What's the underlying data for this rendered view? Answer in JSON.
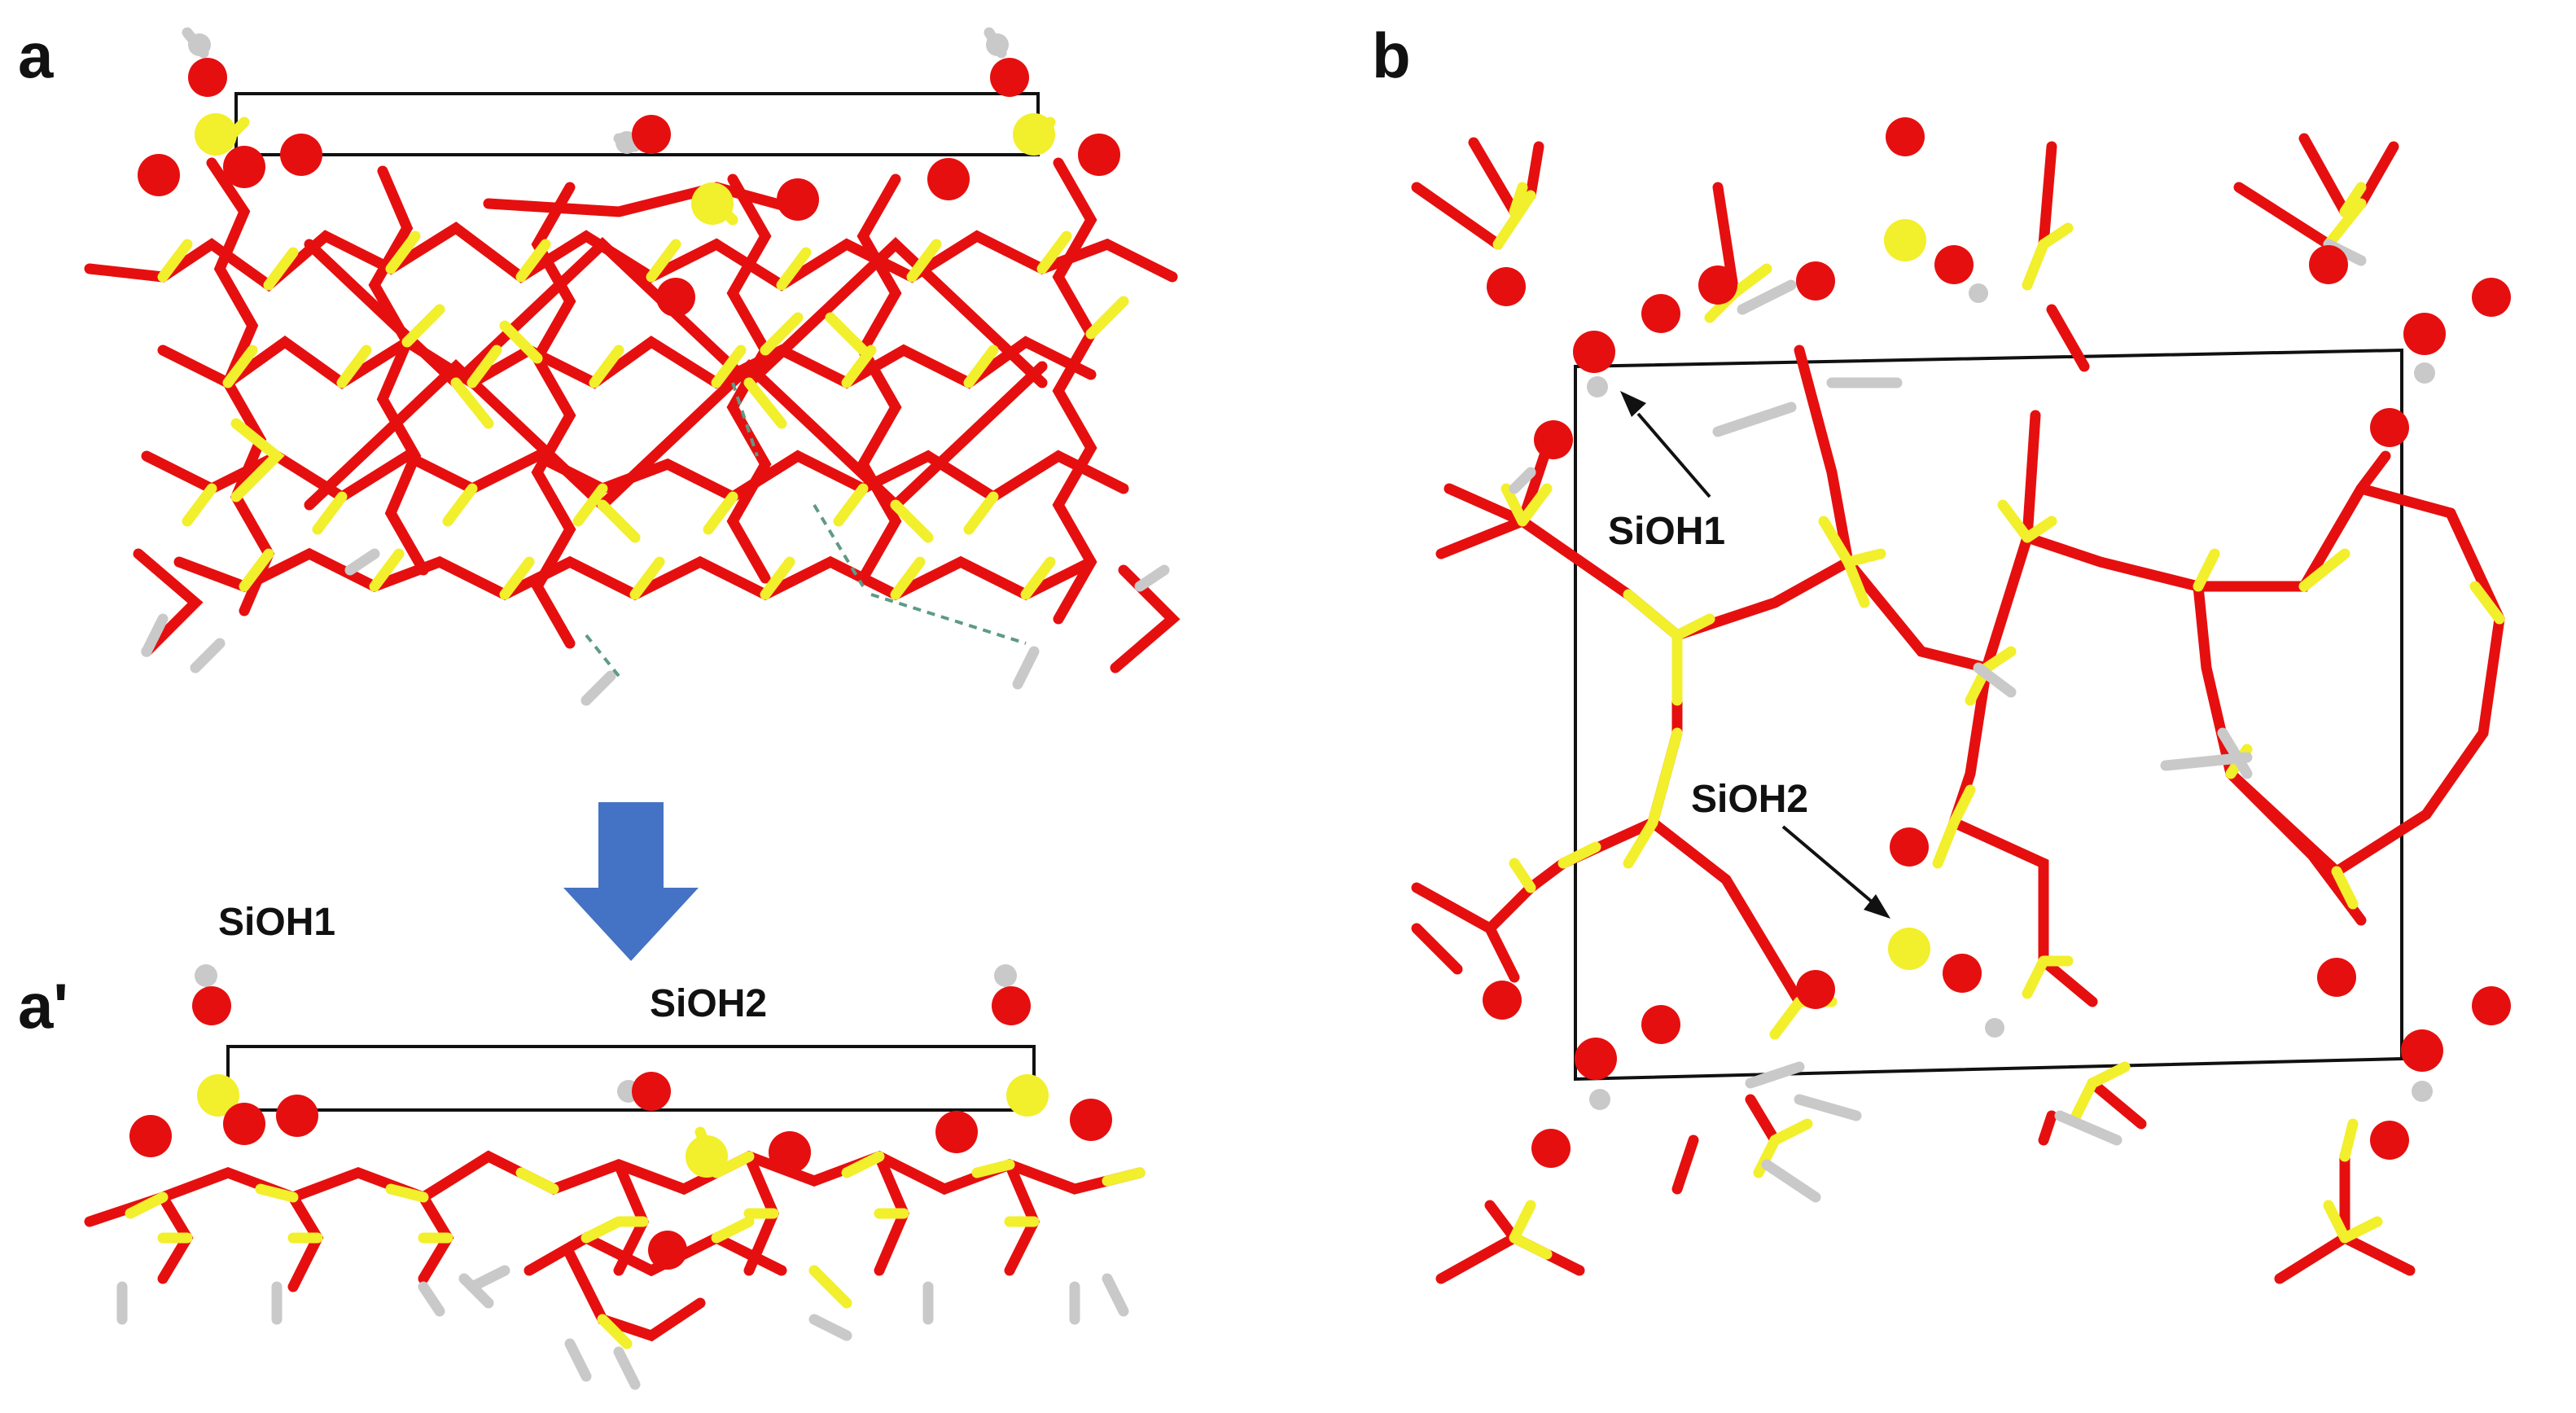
{
  "panels": {
    "a": "a",
    "a_prime": "a'",
    "b": "b"
  },
  "labels": {
    "a_prime_siteoh1": "SiOH1",
    "a_prime_siteoh2": "SiOH2",
    "b_siteoh1": "SiOH1",
    "b_siteoh2": "SiOH2"
  },
  "colors": {
    "silicon": "#f2ef2c",
    "oxygen": "#e60f0f",
    "hydrogen": "#c9c9c9",
    "arrow": "#4472c4",
    "hbond": "#5f9a86",
    "cell": "#111111"
  },
  "icons": {
    "transform_arrow": "down-arrow-icon"
  }
}
